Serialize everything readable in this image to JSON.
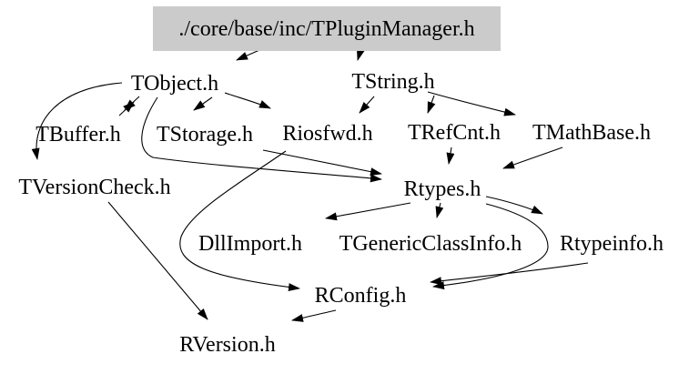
{
  "graph": {
    "type": "include-dependency-graph",
    "colors": {
      "title_node_fill": "#cbcbcb",
      "edge": "#000000",
      "text": "#000000",
      "background": "#ffffff"
    },
    "nodes": [
      {
        "id": "title",
        "label": "./core/base/inc/TPluginManager.h"
      },
      {
        "id": "tobject",
        "label": "TObject.h"
      },
      {
        "id": "tstring",
        "label": "TString.h"
      },
      {
        "id": "tbuffer",
        "label": "TBuffer.h"
      },
      {
        "id": "tstorage",
        "label": "TStorage.h"
      },
      {
        "id": "riosfwd",
        "label": "Riosfwd.h"
      },
      {
        "id": "trefcnt",
        "label": "TRefCnt.h"
      },
      {
        "id": "tmathbase",
        "label": "TMathBase.h"
      },
      {
        "id": "tversioncheck",
        "label": "TVersionCheck.h"
      },
      {
        "id": "rtypes",
        "label": "Rtypes.h"
      },
      {
        "id": "dllimport",
        "label": "DllImport.h"
      },
      {
        "id": "tgenericclassinfo",
        "label": "TGenericClassInfo.h"
      },
      {
        "id": "rtypeinfo",
        "label": "Rtypeinfo.h"
      },
      {
        "id": "rconfig",
        "label": "RConfig.h"
      },
      {
        "id": "rversion",
        "label": "RVersion.h"
      }
    ],
    "edges": [
      {
        "from": "./core/base/inc/TPluginManager.h",
        "to": "TObject.h"
      },
      {
        "from": "./core/base/inc/TPluginManager.h",
        "to": "TString.h"
      },
      {
        "from": "TObject.h",
        "to": "TBuffer.h"
      },
      {
        "from": "TBuffer.h",
        "to": "TObject.h"
      },
      {
        "from": "TObject.h",
        "to": "TStorage.h"
      },
      {
        "from": "TObject.h",
        "to": "Riosfwd.h"
      },
      {
        "from": "TObject.h",
        "to": "TVersionCheck.h"
      },
      {
        "from": "TObject.h",
        "to": "Rtypes.h"
      },
      {
        "from": "TString.h",
        "to": "Riosfwd.h"
      },
      {
        "from": "TString.h",
        "to": "TRefCnt.h"
      },
      {
        "from": "TString.h",
        "to": "TMathBase.h"
      },
      {
        "from": "TStorage.h",
        "to": "Rtypes.h"
      },
      {
        "from": "TRefCnt.h",
        "to": "Rtypes.h"
      },
      {
        "from": "TMathBase.h",
        "to": "Rtypes.h"
      },
      {
        "from": "Riosfwd.h",
        "to": "RConfig.h"
      },
      {
        "from": "Rtypes.h",
        "to": "DllImport.h"
      },
      {
        "from": "Rtypes.h",
        "to": "TGenericClassInfo.h"
      },
      {
        "from": "Rtypes.h",
        "to": "Rtypeinfo.h"
      },
      {
        "from": "Rtypes.h",
        "to": "RConfig.h"
      },
      {
        "from": "Rtypeinfo.h",
        "to": "RConfig.h"
      },
      {
        "from": "TVersionCheck.h",
        "to": "RVersion.h"
      },
      {
        "from": "RConfig.h",
        "to": "RVersion.h"
      }
    ]
  }
}
